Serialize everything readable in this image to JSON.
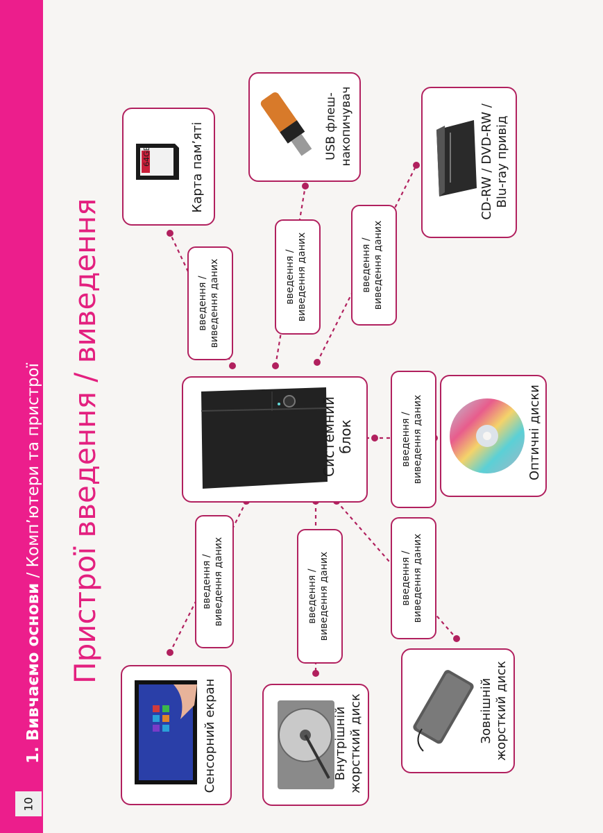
{
  "page_number": "10",
  "running_head": {
    "bold": "1. Вивчаємо основи",
    "light": " / Комп’ютери та пристрої"
  },
  "title": "Пристрої введення / виведення",
  "connector_label": "введення /\nвиведення даних",
  "devices": {
    "memory_card": "Карта пам’яті",
    "memory_card_print": "64GB",
    "usb": "USB флеш-\nнакопичувач",
    "optical_drive": "CD-RW / DVD-RW /\nBlu-ray привід",
    "system_unit": "Системний\nблок",
    "optical_disks": "Оптичні диски",
    "touch_screen": "Сенсорний екран",
    "internal_hdd": "Внутрішній\nжорсткий диск",
    "external_hdd": "Зовнішній\nжорсткий диск"
  },
  "colors": {
    "accent": "#ec1e8c",
    "title": "#e3207f",
    "line": "#b1205e"
  }
}
